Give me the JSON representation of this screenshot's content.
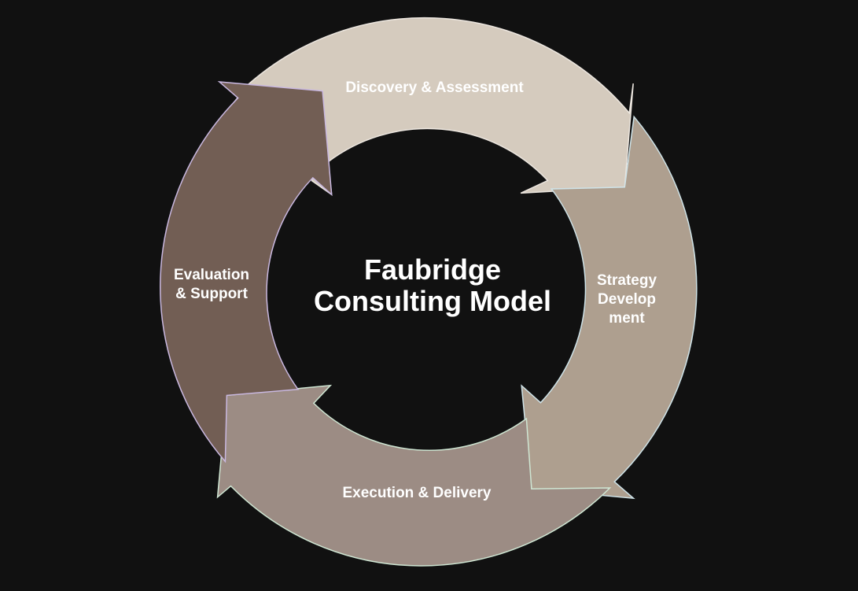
{
  "diagram": {
    "title": "Faubridge\nConsulting Model",
    "stages": [
      {
        "label": "Discovery & Assessment",
        "fill": "#d5cbbe",
        "stroke": "#ece6df"
      },
      {
        "label": "Strategy\nDevelop\nment",
        "fill": "#ae9f8f",
        "stroke": "#cfe3e8"
      },
      {
        "label": "Execution & Delivery",
        "fill": "#9c8c84",
        "stroke": "#cfe6d3"
      },
      {
        "label": "Evaluation\n& Support",
        "fill": "#725e54",
        "stroke": "#c9b8e0"
      }
    ]
  }
}
